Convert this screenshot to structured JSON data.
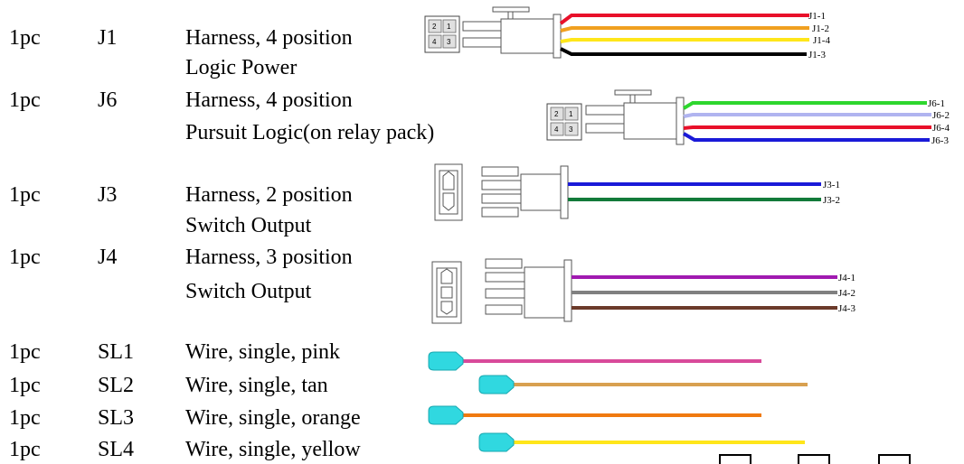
{
  "items": [
    {
      "qty": "1pc",
      "ref": "J1",
      "desc": "Harness, 4 position",
      "sub": "Logic Power",
      "pins": [
        "J1-1",
        "J1-2",
        "J1-4",
        "J1-3"
      ],
      "wire_colors": [
        "#e8102a",
        "#f0a020",
        "#ffe61a",
        "#000000"
      ],
      "cavity_numbers": [
        "2",
        "1",
        "4",
        "3"
      ]
    },
    {
      "qty": "1pc",
      "ref": "J6",
      "desc": "Harness, 4 position",
      "sub": "Pursuit Logic(on relay pack)",
      "pins": [
        "J6-1",
        "J6-2",
        "J6-4",
        "J6-3"
      ],
      "wire_colors": [
        "#2ed62e",
        "#b0b4f0",
        "#e8102a",
        "#1a1ad8"
      ],
      "cavity_numbers": [
        "2",
        "1",
        "4",
        "3"
      ]
    },
    {
      "qty": "1pc",
      "ref": "J3",
      "desc": "Harness, 2 position",
      "sub": "Switch Output",
      "pins": [
        "J3-1",
        "J3-2"
      ],
      "wire_colors": [
        "#1a1ad8",
        "#127a3a"
      ]
    },
    {
      "qty": "1pc",
      "ref": "J4",
      "desc": "Harness, 3 position",
      "sub": "Switch Output",
      "pins": [
        "J4-1",
        "J4-2",
        "J4-3"
      ],
      "wire_colors": [
        "#a01ab0",
        "#808080",
        "#6b3a2a"
      ]
    },
    {
      "qty": "1pc",
      "ref": "SL1",
      "desc": "Wire, single, pink",
      "wire_color": "#d84a9a"
    },
    {
      "qty": "1pc",
      "ref": "SL2",
      "desc": "Wire, single, tan",
      "wire_color": "#d8a050"
    },
    {
      "qty": "1pc",
      "ref": "SL3",
      "desc": "Wire, single, orange",
      "wire_color": "#f07a10"
    },
    {
      "qty": "1pc",
      "ref": "SL4",
      "desc": "Wire, single, yellow",
      "wire_color": "#ffe61a"
    }
  ],
  "terminal_color": "#30d8e0"
}
